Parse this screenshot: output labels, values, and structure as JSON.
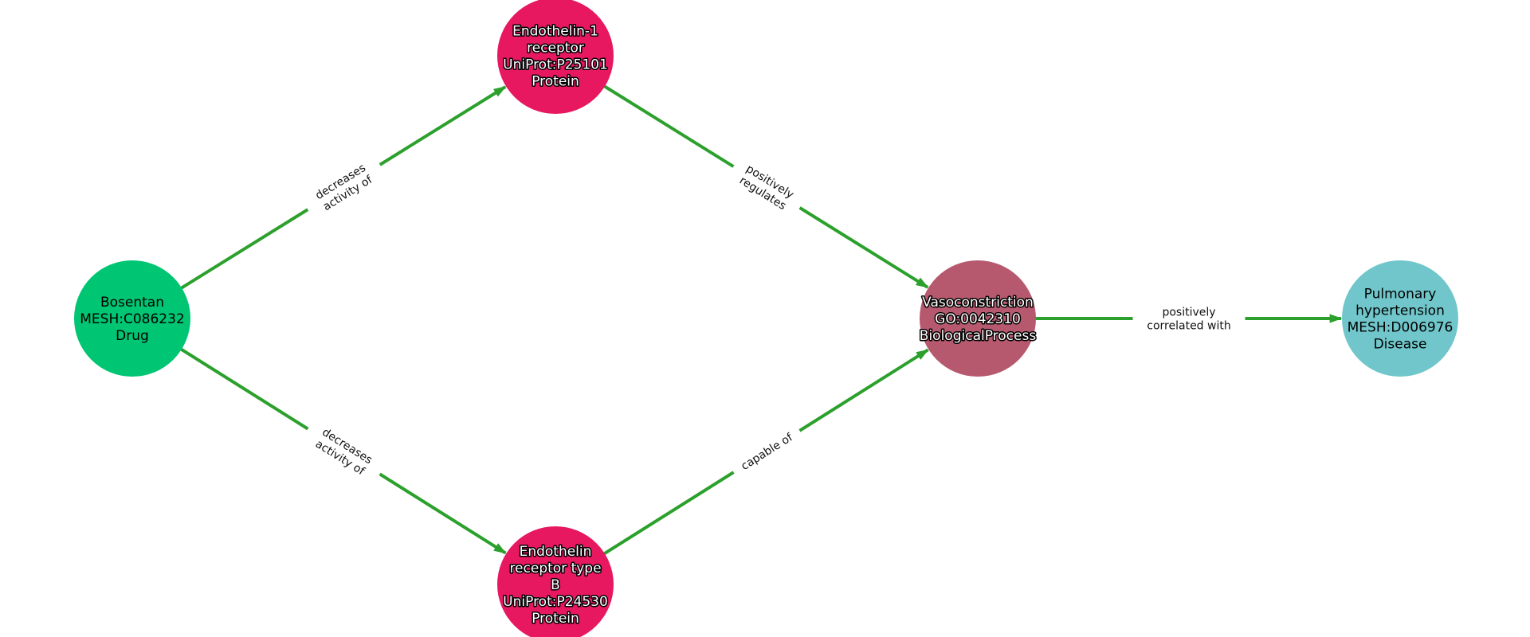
{
  "colors": {
    "edge": "#2ca02c",
    "drug": "#00c573",
    "protein": "#e71760",
    "process": "#b6596e",
    "disease": "#70c6ca"
  },
  "nodes": [
    {
      "id": "bosentan",
      "lines": [
        "Bosentan",
        "MESH:C086232",
        "Drug"
      ],
      "type": "drug",
      "text_style": "dark"
    },
    {
      "id": "ednra",
      "lines": [
        "Endothelin-1",
        "receptor",
        "UniProt:P25101",
        "Protein"
      ],
      "type": "protein",
      "text_style": "light"
    },
    {
      "id": "ednrb",
      "lines": [
        "Endothelin",
        "receptor type",
        "B",
        "UniProt:P24530",
        "Protein"
      ],
      "type": "protein",
      "text_style": "light"
    },
    {
      "id": "vasoconstriction",
      "lines": [
        "Vasoconstriction",
        "GO:0042310",
        "BiologicalProcess"
      ],
      "type": "process",
      "text_style": "light"
    },
    {
      "id": "pah",
      "lines": [
        "Pulmonary",
        "hypertension",
        "MESH:D006976",
        "Disease"
      ],
      "type": "disease",
      "text_style": "dark"
    }
  ],
  "edges": [
    {
      "source": "bosentan",
      "target": "ednra",
      "label": [
        "decreases",
        "activity of"
      ]
    },
    {
      "source": "bosentan",
      "target": "ednrb",
      "label": [
        "decreases",
        "activity of"
      ]
    },
    {
      "source": "ednra",
      "target": "vasoconstriction",
      "label": [
        "positively",
        "regulates"
      ]
    },
    {
      "source": "ednrb",
      "target": "vasoconstriction",
      "label": [
        "capable of"
      ]
    },
    {
      "source": "vasoconstriction",
      "target": "pah",
      "label": [
        "positively",
        "correlated with"
      ]
    }
  ]
}
